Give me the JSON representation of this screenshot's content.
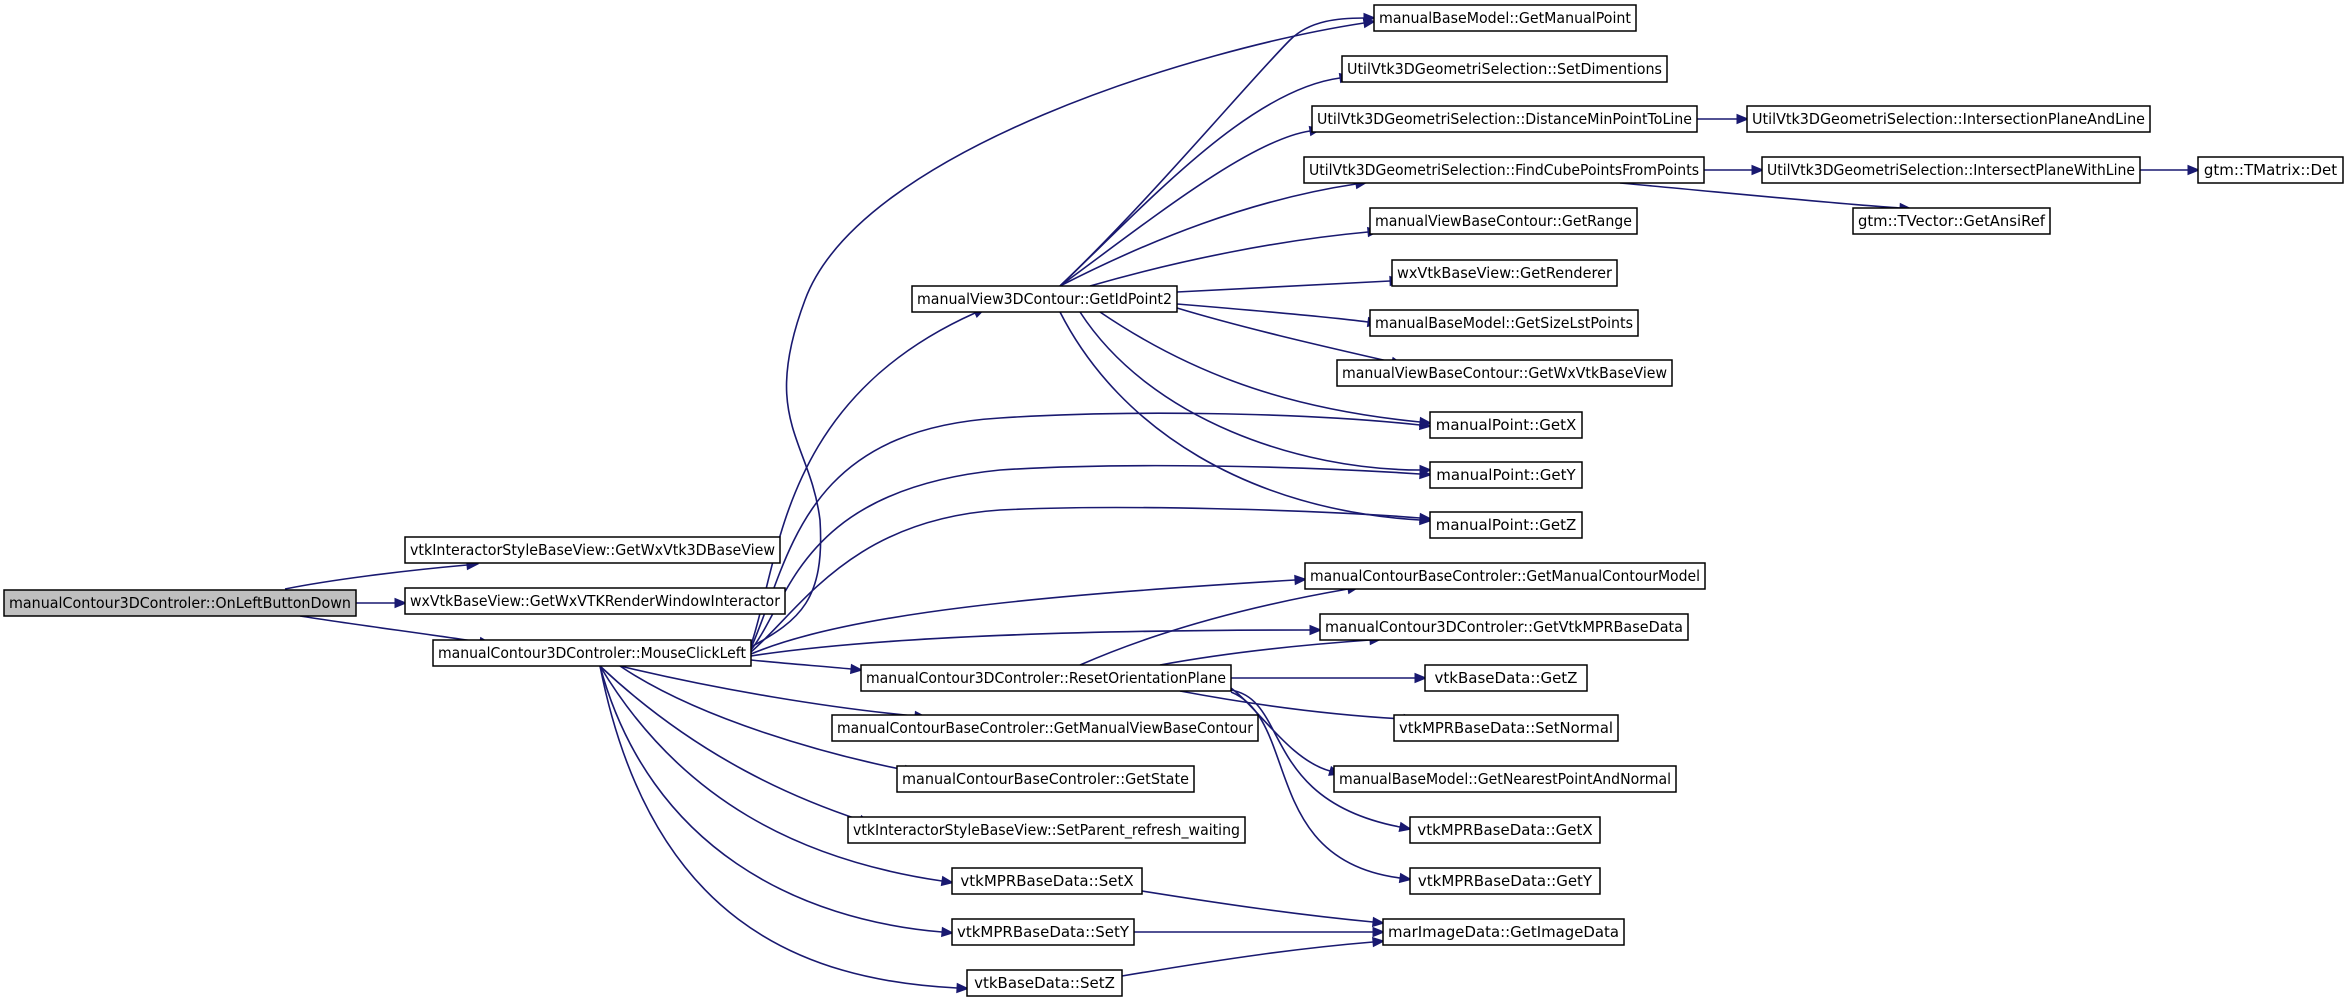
{
  "diagram": {
    "type": "call-graph",
    "colors": {
      "edge": "#191970",
      "root_fill": "#bfbfbf",
      "node_fill": "#ffffff",
      "node_stroke": "#000000"
    },
    "nodes": [
      {
        "id": "n0",
        "label": "manualContour3DControler::OnLeftButtonDown",
        "root": true
      },
      {
        "id": "n1",
        "label": "vtkInteractorStyleBaseView::GetWxVtk3DBaseView"
      },
      {
        "id": "n2",
        "label": "wxVtkBaseView::GetWxVTKRenderWindowInteractor"
      },
      {
        "id": "n3",
        "label": "manualContour3DControler::MouseClickLeft"
      },
      {
        "id": "n4",
        "label": "manualBaseModel::GetManualPoint"
      },
      {
        "id": "n5",
        "label": "manualView3DContour::GetIdPoint2"
      },
      {
        "id": "n6",
        "label": "manualPoint::GetX"
      },
      {
        "id": "n7",
        "label": "manualPoint::GetY"
      },
      {
        "id": "n8",
        "label": "manualPoint::GetZ"
      },
      {
        "id": "n9",
        "label": "manualContourBaseControler::GetManualContourModel"
      },
      {
        "id": "n10",
        "label": "manualContour3DControler::GetVtkMPRBaseData"
      },
      {
        "id": "n11",
        "label": "manualContour3DControler::ResetOrientationPlane"
      },
      {
        "id": "n12",
        "label": "manualContourBaseControler::GetManualViewBaseContour"
      },
      {
        "id": "n13",
        "label": "manualContourBaseControler::GetState"
      },
      {
        "id": "n14",
        "label": "vtkInteractorStyleBaseView::SetParent_refresh_waiting"
      },
      {
        "id": "n15",
        "label": "vtkMPRBaseData::SetX"
      },
      {
        "id": "n16",
        "label": "vtkMPRBaseData::SetY"
      },
      {
        "id": "n17",
        "label": "vtkBaseData::SetZ"
      },
      {
        "id": "n18",
        "label": "UtilVtk3DGeometriSelection::SetDimentions"
      },
      {
        "id": "n19",
        "label": "UtilVtk3DGeometriSelection::DistanceMinPointToLine"
      },
      {
        "id": "n20",
        "label": "UtilVtk3DGeometriSelection::FindCubePointsFromPoints"
      },
      {
        "id": "n21",
        "label": "manualViewBaseContour::GetRange"
      },
      {
        "id": "n22",
        "label": "wxVtkBaseView::GetRenderer"
      },
      {
        "id": "n23",
        "label": "manualBaseModel::GetSizeLstPoints"
      },
      {
        "id": "n24",
        "label": "manualViewBaseContour::GetWxVtkBaseView"
      },
      {
        "id": "n25",
        "label": "UtilVtk3DGeometriSelection::IntersectionPlaneAndLine"
      },
      {
        "id": "n26",
        "label": "UtilVtk3DGeometriSelection::IntersectPlaneWithLine"
      },
      {
        "id": "n27",
        "label": "gtm::TVector::GetAnsiRef"
      },
      {
        "id": "n28",
        "label": "gtm::TMatrix::Det"
      },
      {
        "id": "n29",
        "label": "vtkBaseData::GetZ"
      },
      {
        "id": "n30",
        "label": "vtkMPRBaseData::SetNormal"
      },
      {
        "id": "n31",
        "label": "manualBaseModel::GetNearestPointAndNormal"
      },
      {
        "id": "n32",
        "label": "vtkMPRBaseData::GetX"
      },
      {
        "id": "n33",
        "label": "vtkMPRBaseData::GetY"
      },
      {
        "id": "n34",
        "label": "marImageData::GetImageData"
      }
    ],
    "edges": [
      {
        "from": "n0",
        "to": "n1"
      },
      {
        "from": "n0",
        "to": "n2"
      },
      {
        "from": "n0",
        "to": "n3"
      },
      {
        "from": "n3",
        "to": "n4"
      },
      {
        "from": "n3",
        "to": "n5"
      },
      {
        "from": "n3",
        "to": "n6"
      },
      {
        "from": "n3",
        "to": "n7"
      },
      {
        "from": "n3",
        "to": "n8"
      },
      {
        "from": "n3",
        "to": "n9"
      },
      {
        "from": "n3",
        "to": "n10"
      },
      {
        "from": "n3",
        "to": "n11"
      },
      {
        "from": "n3",
        "to": "n12"
      },
      {
        "from": "n3",
        "to": "n13"
      },
      {
        "from": "n3",
        "to": "n14"
      },
      {
        "from": "n3",
        "to": "n15"
      },
      {
        "from": "n3",
        "to": "n16"
      },
      {
        "from": "n3",
        "to": "n17"
      },
      {
        "from": "n5",
        "to": "n4"
      },
      {
        "from": "n5",
        "to": "n18"
      },
      {
        "from": "n5",
        "to": "n19"
      },
      {
        "from": "n5",
        "to": "n20"
      },
      {
        "from": "n5",
        "to": "n21"
      },
      {
        "from": "n5",
        "to": "n22"
      },
      {
        "from": "n5",
        "to": "n23"
      },
      {
        "from": "n5",
        "to": "n24"
      },
      {
        "from": "n5",
        "to": "n6"
      },
      {
        "from": "n5",
        "to": "n7"
      },
      {
        "from": "n5",
        "to": "n8"
      },
      {
        "from": "n19",
        "to": "n25"
      },
      {
        "from": "n20",
        "to": "n26"
      },
      {
        "from": "n20",
        "to": "n27"
      },
      {
        "from": "n26",
        "to": "n28"
      },
      {
        "from": "n11",
        "to": "n9"
      },
      {
        "from": "n11",
        "to": "n10"
      },
      {
        "from": "n11",
        "to": "n29"
      },
      {
        "from": "n11",
        "to": "n30"
      },
      {
        "from": "n11",
        "to": "n31"
      },
      {
        "from": "n11",
        "to": "n32"
      },
      {
        "from": "n11",
        "to": "n33"
      },
      {
        "from": "n15",
        "to": "n34"
      },
      {
        "from": "n16",
        "to": "n34"
      },
      {
        "from": "n17",
        "to": "n34"
      }
    ]
  }
}
